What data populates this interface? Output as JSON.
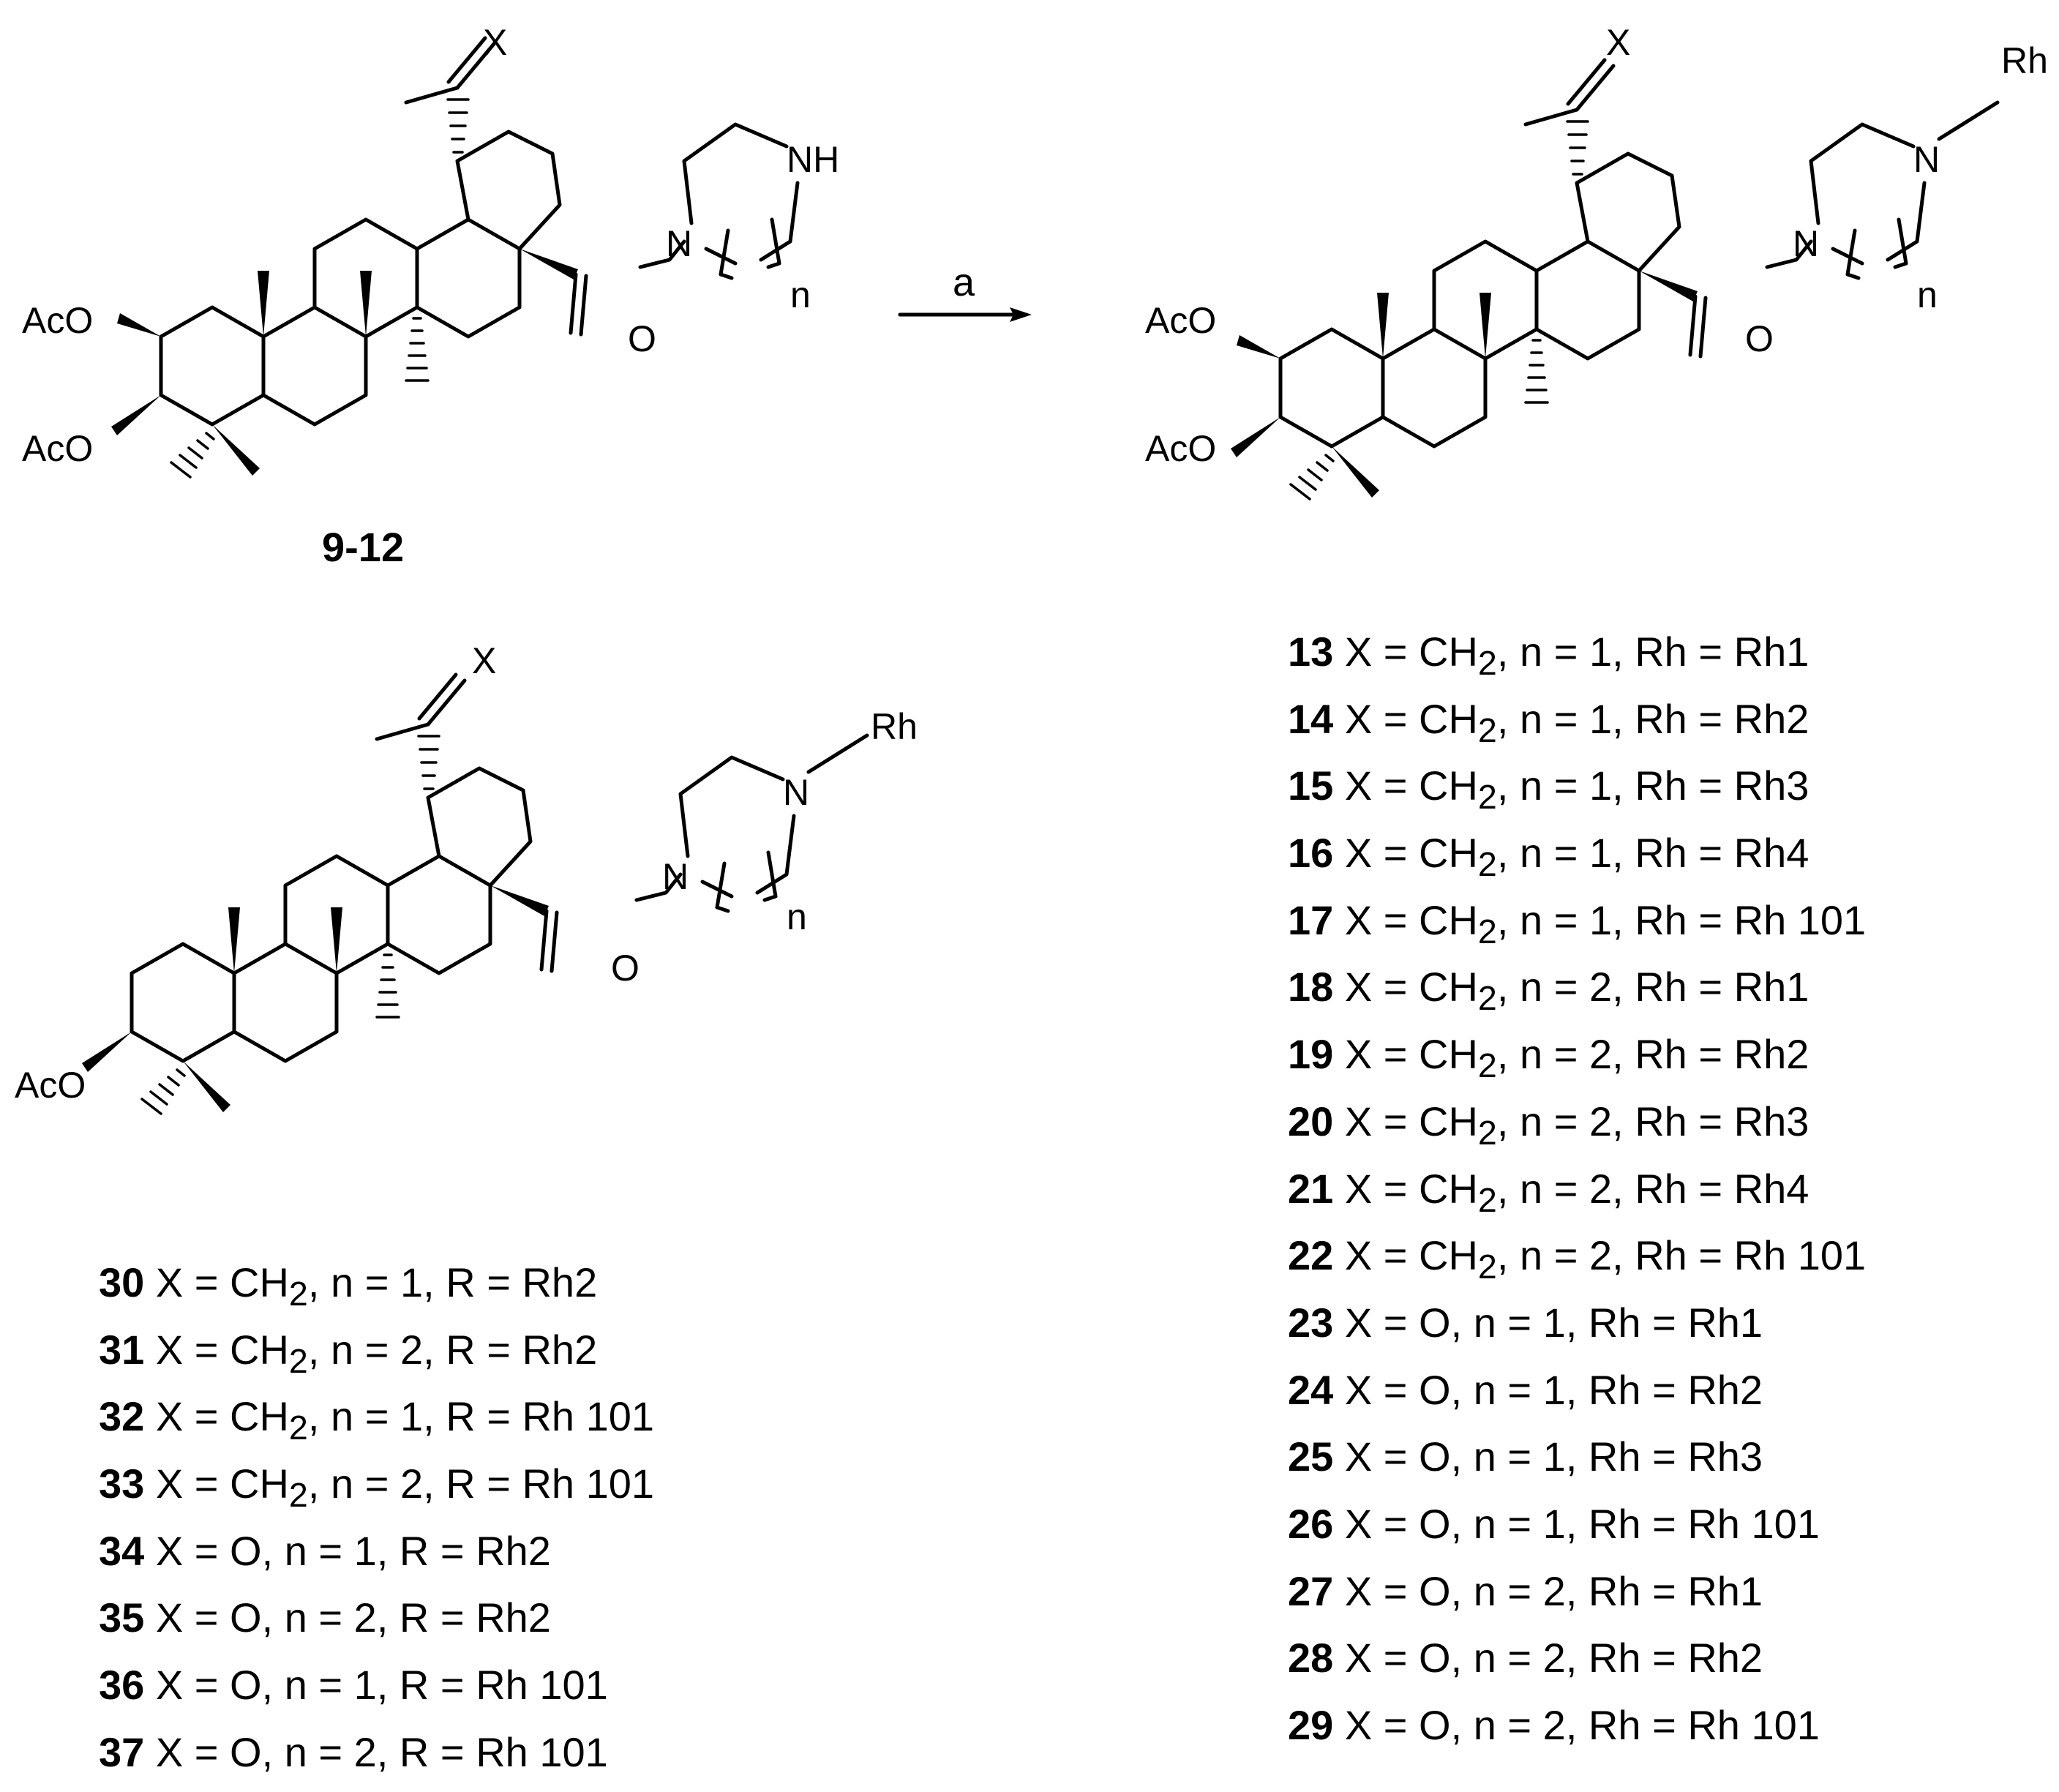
{
  "reaction": {
    "reagent_label": "a",
    "start_compound_label": "9-12"
  },
  "atoms": {
    "x": "X",
    "o": "O",
    "n": "N",
    "nh": "NH",
    "aco": "AcO",
    "rh": "Rh",
    "n_index": "n"
  },
  "products_list": [
    {
      "num": "13",
      "desc": "X = CH",
      "sub": "2",
      "rest": ", n = 1, Rh = Rh1"
    },
    {
      "num": "14",
      "desc": "X = CH",
      "sub": "2",
      "rest": ", n = 1, Rh = Rh2"
    },
    {
      "num": "15",
      "desc": "X = CH",
      "sub": "2",
      "rest": ", n = 1, Rh = Rh3"
    },
    {
      "num": "16",
      "desc": "X = CH",
      "sub": "2",
      "rest": ", n = 1, Rh = Rh4"
    },
    {
      "num": "17",
      "desc": "X = CH",
      "sub": "2",
      "rest": ", n = 1, Rh = Rh 101"
    },
    {
      "num": "18",
      "desc": "X = CH",
      "sub": "2",
      "rest": ", n = 2, Rh = Rh1"
    },
    {
      "num": "19",
      "desc": "X = CH",
      "sub": "2",
      "rest": ", n = 2, Rh = Rh2"
    },
    {
      "num": "20",
      "desc": "X = CH",
      "sub": "2",
      "rest": ", n = 2, Rh = Rh3"
    },
    {
      "num": "21",
      "desc": "X = CH",
      "sub": "2",
      "rest": ", n = 2, Rh = Rh4"
    },
    {
      "num": "22",
      "desc": "X = CH",
      "sub": "2",
      "rest": ", n = 2, Rh = Rh 101"
    },
    {
      "num": "23",
      "desc": "X = O, n = 1, Rh = Rh1",
      "sub": "",
      "rest": ""
    },
    {
      "num": "24",
      "desc": "X = O, n = 1, Rh = Rh2",
      "sub": "",
      "rest": ""
    },
    {
      "num": "25",
      "desc": "X = O, n = 1, Rh = Rh3",
      "sub": "",
      "rest": ""
    },
    {
      "num": "26",
      "desc": "X = O, n = 1, Rh = Rh 101",
      "sub": "",
      "rest": ""
    },
    {
      "num": "27",
      "desc": "X = O, n = 2, Rh = Rh1",
      "sub": "",
      "rest": ""
    },
    {
      "num": "28",
      "desc": "X = O, n = 2, Rh = Rh2",
      "sub": "",
      "rest": ""
    },
    {
      "num": "29",
      "desc": "X = O, n = 2, Rh = Rh 101",
      "sub": "",
      "rest": ""
    }
  ],
  "monoacetate_list": [
    {
      "num": "30",
      "desc": "X = CH",
      "sub": "2",
      "rest": ", n = 1, R = Rh2"
    },
    {
      "num": "31",
      "desc": "X = CH",
      "sub": "2",
      "rest": ", n = 2, R = Rh2"
    },
    {
      "num": "32",
      "desc": "X = CH",
      "sub": "2",
      "rest": ", n = 1, R = Rh 101"
    },
    {
      "num": "33",
      "desc": "X = CH",
      "sub": "2",
      "rest": ", n = 2, R =  Rh 101"
    },
    {
      "num": "34",
      "desc": "X = O, n = 1, R = Rh2",
      "sub": "",
      "rest": ""
    },
    {
      "num": "35",
      "desc": "X = O, n = 2, R = Rh2",
      "sub": "",
      "rest": ""
    },
    {
      "num": "36",
      "desc": "X = O, n = 1, R = Rh 101",
      "sub": "",
      "rest": ""
    },
    {
      "num": "37",
      "desc": "X = O, n = 2, R = Rh 101",
      "sub": "",
      "rest": ""
    }
  ]
}
